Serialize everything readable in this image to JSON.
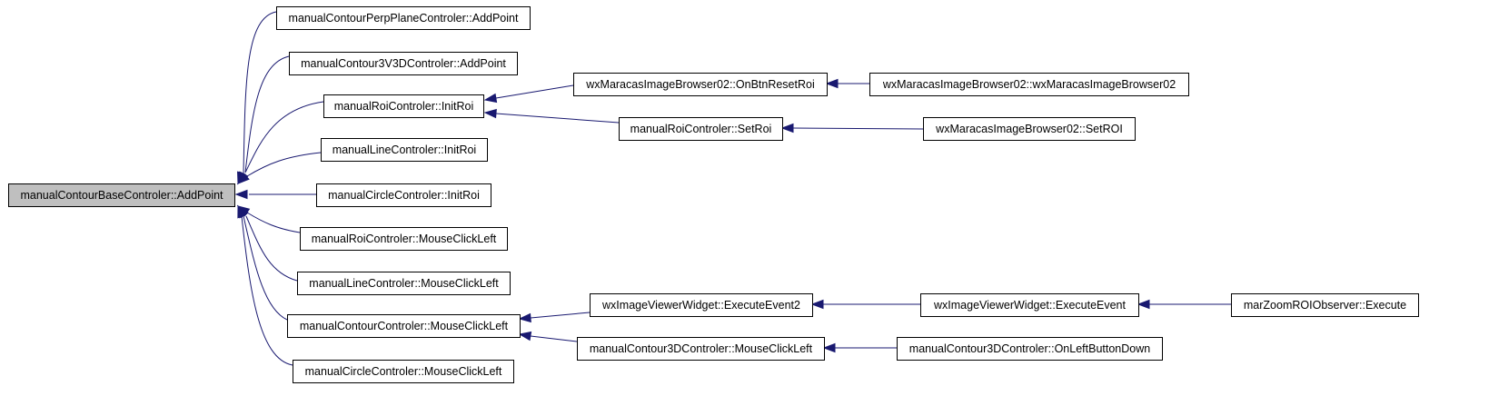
{
  "graph": {
    "edge_color": "#191970",
    "root_fill": "#bfbfbf",
    "nodes": {
      "root": "manualContourBaseControler::AddPoint",
      "perp_plane_addpoint": "manualContourPerpPlaneControler::AddPoint",
      "c3v3d_addpoint": "manualContour3V3DControler::AddPoint",
      "roi_initroi": "manualRoiControler::InitRoi",
      "line_initroi": "manualLineControler::InitRoi",
      "circle_initroi": "manualCircleControler::InitRoi",
      "roi_mouseclick": "manualRoiControler::MouseClickLeft",
      "line_mouseclick": "manualLineControler::MouseClickLeft",
      "contour_mouseclick": "manualContourControler::MouseClickLeft",
      "circle_mouseclick": "manualCircleControler::MouseClickLeft",
      "browser_onbtnresetroi": "wxMaracasImageBrowser02::OnBtnResetRoi",
      "browser_ctor": "wxMaracasImageBrowser02::wxMaracasImageBrowser02",
      "roi_setroi": "manualRoiControler::SetRoi",
      "browser_setroi": "wxMaracasImageBrowser02::SetROI",
      "viewer_executeevent2": "wxImageViewerWidget::ExecuteEvent2",
      "viewer_executeevent": "wxImageViewerWidget::ExecuteEvent",
      "zoom_execute": "marZoomROIObserver::Execute",
      "c3d_mouseclick": "manualContour3DControler::MouseClickLeft",
      "c3d_onleftbuttondown": "manualContour3DControler::OnLeftButtonDown"
    },
    "edges": [
      {
        "from": "perp_plane_addpoint",
        "to": "root"
      },
      {
        "from": "c3v3d_addpoint",
        "to": "root"
      },
      {
        "from": "roi_initroi",
        "to": "root"
      },
      {
        "from": "line_initroi",
        "to": "root"
      },
      {
        "from": "circle_initroi",
        "to": "root"
      },
      {
        "from": "roi_mouseclick",
        "to": "root"
      },
      {
        "from": "line_mouseclick",
        "to": "root"
      },
      {
        "from": "contour_mouseclick",
        "to": "root"
      },
      {
        "from": "circle_mouseclick",
        "to": "root"
      },
      {
        "from": "browser_onbtnresetroi",
        "to": "roi_initroi"
      },
      {
        "from": "roi_setroi",
        "to": "roi_initroi"
      },
      {
        "from": "browser_ctor",
        "to": "browser_onbtnresetroi"
      },
      {
        "from": "browser_setroi",
        "to": "roi_setroi"
      },
      {
        "from": "viewer_executeevent2",
        "to": "contour_mouseclick"
      },
      {
        "from": "c3d_mouseclick",
        "to": "contour_mouseclick"
      },
      {
        "from": "viewer_executeevent",
        "to": "viewer_executeevent2"
      },
      {
        "from": "zoom_execute",
        "to": "viewer_executeevent"
      },
      {
        "from": "c3d_onleftbuttondown",
        "to": "c3d_mouseclick"
      }
    ]
  }
}
